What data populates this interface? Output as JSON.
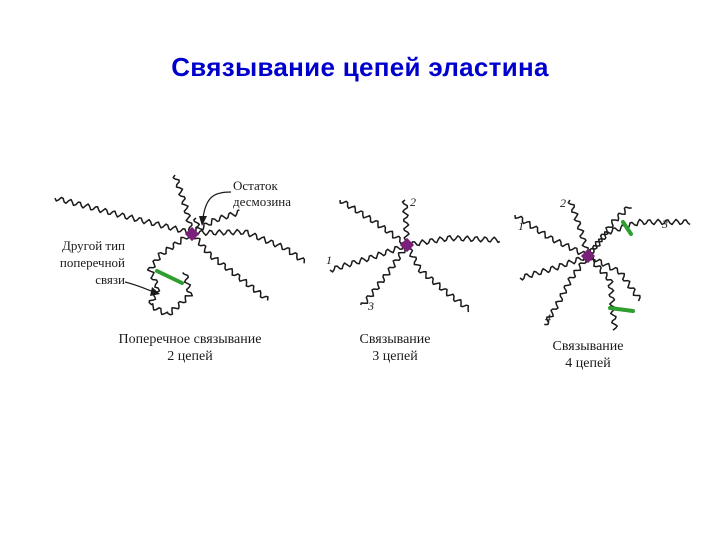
{
  "title": "Связывание цепей эластина",
  "colors": {
    "title": "#0000cc",
    "desmosine": "#7a1f7a",
    "crosslink": "#2e9e2e",
    "chain": "#1a1a1a"
  },
  "panels": [
    {
      "caption_line1": "Поперечное связывание",
      "caption_line2": "2 цепей",
      "label_residue_line1": "Остаток",
      "label_residue_line2": "десмозина",
      "label_other_line1": "Другой тип",
      "label_other_line2": "поперечной",
      "label_other_line3": "связи"
    },
    {
      "caption_line1": "Связывание",
      "caption_line2": "3 цепей",
      "chain_numbers": [
        "1",
        "2",
        "3"
      ]
    },
    {
      "caption_line1": "Связывание",
      "caption_line2": "4 цепей",
      "chain_numbers": [
        "1",
        "2",
        "3",
        "4"
      ]
    }
  ]
}
